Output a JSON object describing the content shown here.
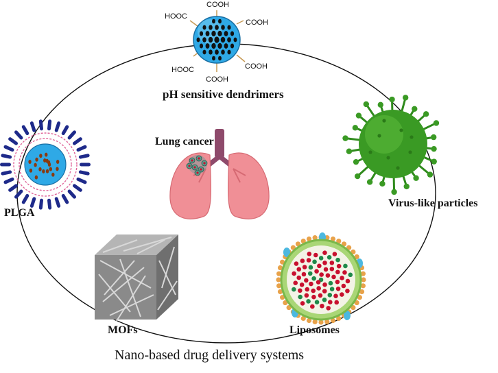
{
  "caption": "Nano-based drug delivery systems",
  "center": {
    "label": "Lung cancer"
  },
  "nodes": {
    "dendrimer": {
      "label": "pH sensitive dendrimers",
      "groups": [
        "COOH",
        "HOOC",
        "COOH",
        "HOOC",
        "COOH",
        "COOH"
      ]
    },
    "virus": {
      "label": "Virus-like particles"
    },
    "liposome": {
      "label": "Liposomes"
    },
    "mof": {
      "label": "MOFs"
    },
    "plga": {
      "label": "PLGA"
    }
  },
  "colors": {
    "ring": "#111111",
    "dendrimer": "#2fa9e6",
    "virus": "#3a9a24",
    "lung": "#f08f96",
    "trachea": "#8e4a6b",
    "liposome_shell": "#7ab84a",
    "liposome_red": "#c8102e",
    "liposome_green": "#1f8a4a",
    "mof": "#8a8a8a",
    "plga_outer": "#1e2a8a",
    "plga_lipid": "#e0669a"
  }
}
